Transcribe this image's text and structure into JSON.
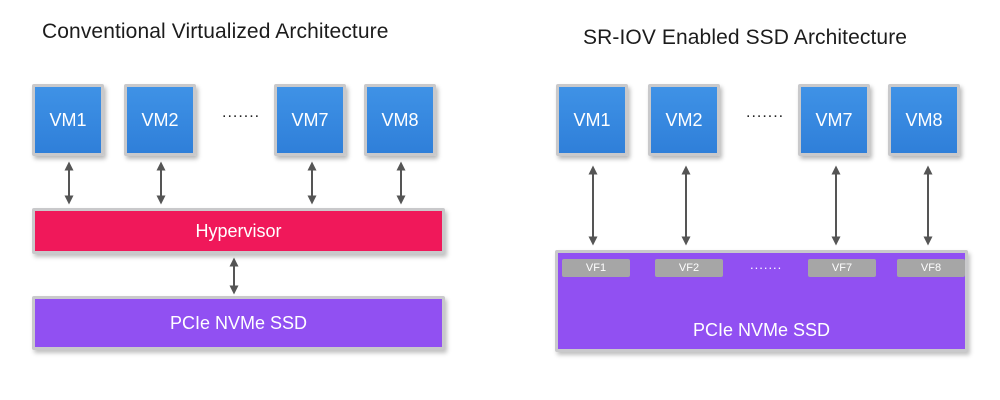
{
  "left": {
    "title": "Conventional Virtualized Architecture",
    "vms": [
      "VM1",
      "VM2",
      "VM7",
      "VM8"
    ],
    "ellipsis": ".......",
    "hypervisor": "Hypervisor",
    "ssd": "PCIe NVMe SSD"
  },
  "right": {
    "title": "SR-IOV Enabled SSD Architecture",
    "vms": [
      "VM1",
      "VM2",
      "VM7",
      "VM8"
    ],
    "ellipsis": ".......",
    "vfs": [
      "VF1",
      "VF2",
      "VF7",
      "VF8"
    ],
    "vf_ellipsis": ".......",
    "ssd": "PCIe NVMe SSD"
  },
  "colors": {
    "vm": "#3288e0",
    "hypervisor": "#f0185a",
    "ssd": "#9150f2",
    "vf": "#a6a6a6",
    "arrow": "#555555"
  }
}
